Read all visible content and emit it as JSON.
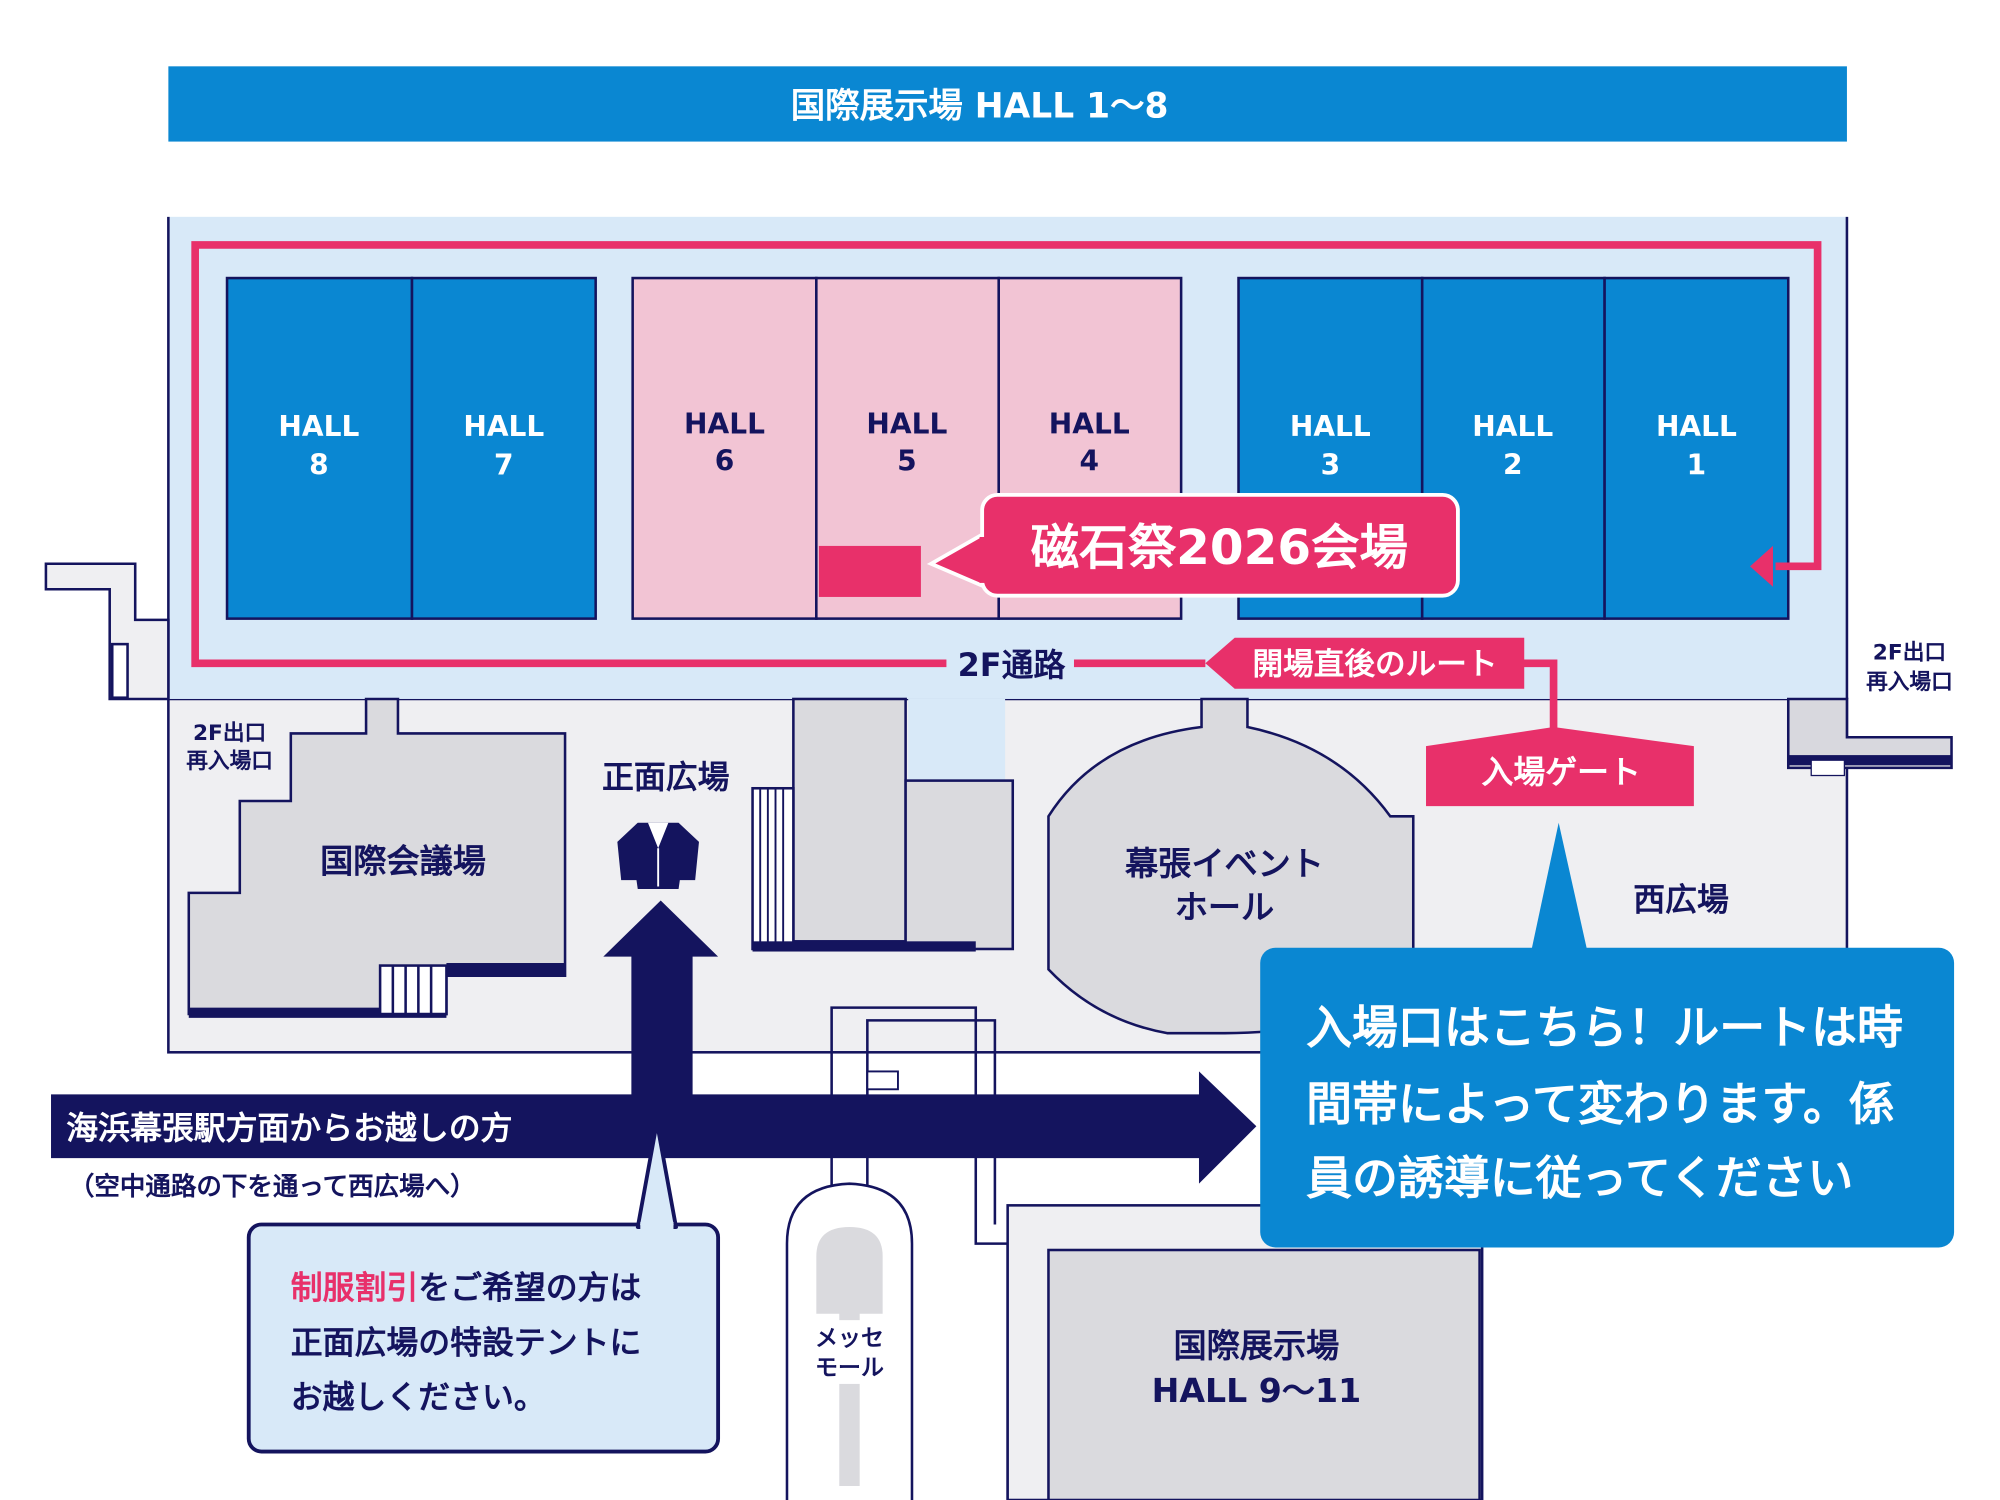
{
  "header": {
    "title": "国際展示場 HALL 1〜8"
  },
  "halls": [
    {
      "line1": "HALL",
      "line2": "8",
      "state": "normal"
    },
    {
      "line1": "HALL",
      "line2": "7",
      "state": "normal"
    },
    {
      "line1": "HALL",
      "line2": "6",
      "state": "venue"
    },
    {
      "line1": "HALL",
      "line2": "5",
      "state": "venue"
    },
    {
      "line1": "HALL",
      "line2": "4",
      "state": "venue"
    },
    {
      "line1": "HALL",
      "line2": "3",
      "state": "normal"
    },
    {
      "line1": "HALL",
      "line2": "2",
      "state": "normal"
    },
    {
      "line1": "HALL",
      "line2": "1",
      "state": "normal"
    }
  ],
  "venue_callout": "磁石祭2026会場",
  "corridor_label": "2F通路",
  "route_tag": "開場直後のルート",
  "gate_label": "入場ゲート",
  "exits": {
    "left": {
      "line1": "2F出口",
      "line2": "再入場口"
    },
    "right": {
      "line1": "2F出口",
      "line2": "再入場口"
    }
  },
  "places": {
    "conference": "国際会議場",
    "front_plaza": "正面広場",
    "event_hall": {
      "line1": "幕張イベント",
      "line2": "ホール"
    },
    "west_plaza": "西広場",
    "messe_mall": {
      "line1": "メッセ",
      "line2": "モール"
    },
    "hall_9_11": {
      "line1": "国際展示場",
      "line2": "HALL 9〜11"
    }
  },
  "station_route": {
    "title": "海浜幕張駅方面からお越しの方",
    "subtitle": "（空中通路の下を通って西広場へ）"
  },
  "entrance_callout": {
    "lines": [
      "入場口はこちら！ルートは時",
      "間帯によって変わります。係",
      "員の誘導に従ってください"
    ]
  },
  "uniform_callout": {
    "highlight": "制服割引",
    "line1_rest": "をご希望の方は",
    "line2": "正面広場の特設テントに",
    "line3": "お越しください。"
  },
  "colors": {
    "blue": "#0a87d2",
    "pink": "#e8306a",
    "navy": "#14145e",
    "light_blue": "#d8e9f8",
    "hall_pink": "#f2c4d4",
    "gray": "#dadade"
  }
}
